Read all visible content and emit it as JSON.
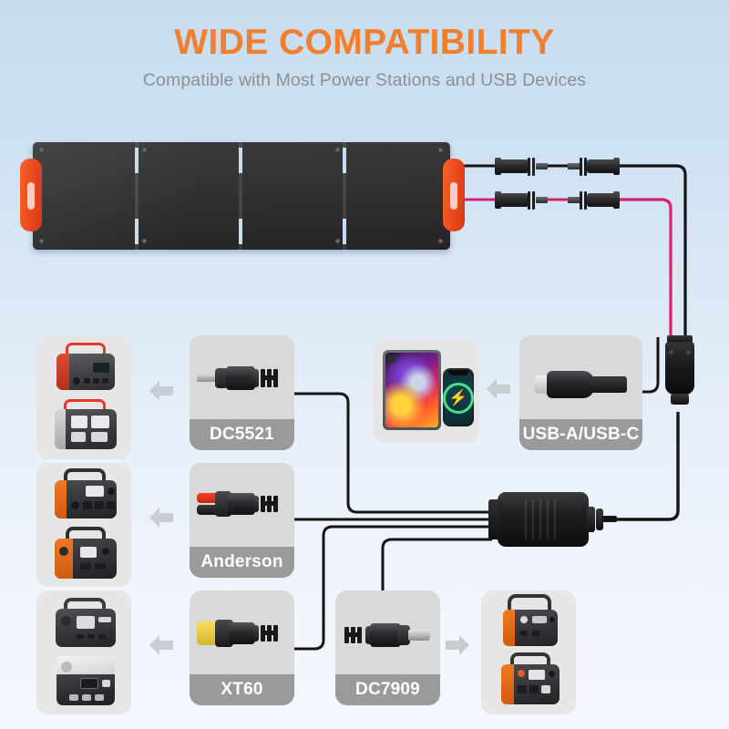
{
  "header": {
    "title": "WIDE COMPATIBILITY",
    "subtitle": "Compatible with Most Power Stations and USB Devices",
    "title_color": "#f08030",
    "subtitle_color": "#8f8f8f"
  },
  "background": {
    "top_color": "#c6ddf0",
    "bottom_color": "#f4f7fd"
  },
  "solar_panel": {
    "name": "foldable-solar-panel",
    "folds": 4,
    "handle_color": "#ef5a22",
    "body_color": "#2e2e30"
  },
  "mc4_connectors": [
    {
      "name": "mc4-male-top",
      "wire": "black"
    },
    {
      "name": "mc4-female-top",
      "wire": "black"
    },
    {
      "name": "mc4-male-bottom",
      "wire": "red"
    },
    {
      "name": "mc4-female-bottom",
      "wire": "red"
    }
  ],
  "hub": {
    "name": "cable-splitter-hub",
    "inputs": 4,
    "output": 1
  },
  "connector_cards": [
    {
      "id": "dc5521",
      "label": "DC5521",
      "plug": "dc-barrel-plug-black"
    },
    {
      "id": "usb",
      "label": "USB-A/USB-C",
      "plug": "usb-c-plug-black"
    },
    {
      "id": "anderson",
      "label": "Anderson",
      "plug": "anderson-plug-red-black"
    },
    {
      "id": "xt60",
      "label": "XT60",
      "plug": "xt60-plug-yellow-black"
    },
    {
      "id": "dc7909",
      "label": "DC7909",
      "plug": "dc-barrel-plug-7909"
    }
  ],
  "device_cards": [
    {
      "id": "station-row1",
      "name": "power-station-red-pair",
      "devices": [
        "red-grey-power-station-front",
        "red-grey-power-station-angled"
      ]
    },
    {
      "id": "devices-mid",
      "name": "tablet-and-phone",
      "devices": [
        "tablet",
        "smartphone-charging"
      ]
    },
    {
      "id": "station-row2",
      "name": "power-station-orange-pair",
      "devices": [
        "orange-black-power-station-front",
        "orange-black-power-station-angled"
      ]
    },
    {
      "id": "station-row3",
      "name": "power-station-grey-pair",
      "devices": [
        "dark-grey-power-station",
        "white-grey-power-station"
      ]
    },
    {
      "id": "station-row4",
      "name": "power-station-orange-tall",
      "devices": [
        "orange-black-tall-station",
        "orange-black-station-angled"
      ]
    }
  ],
  "arrows": [
    {
      "name": "arrow-dc5521-to-station",
      "direction": "left"
    },
    {
      "name": "arrow-usb-to-devices",
      "direction": "left"
    },
    {
      "name": "arrow-anderson-to-station",
      "direction": "left"
    },
    {
      "name": "arrow-xt60-to-station",
      "direction": "left"
    },
    {
      "name": "arrow-dc7909-to-station",
      "direction": "right"
    }
  ],
  "colors": {
    "accent_orange": "#f08030",
    "card_bg": "#d9d9d9",
    "label_bg": "#9a9a9a",
    "label_text": "#ffffff",
    "wire_black": "#141416",
    "wire_red": "#d6246b",
    "arrow_grey": "#c9cdd2"
  }
}
